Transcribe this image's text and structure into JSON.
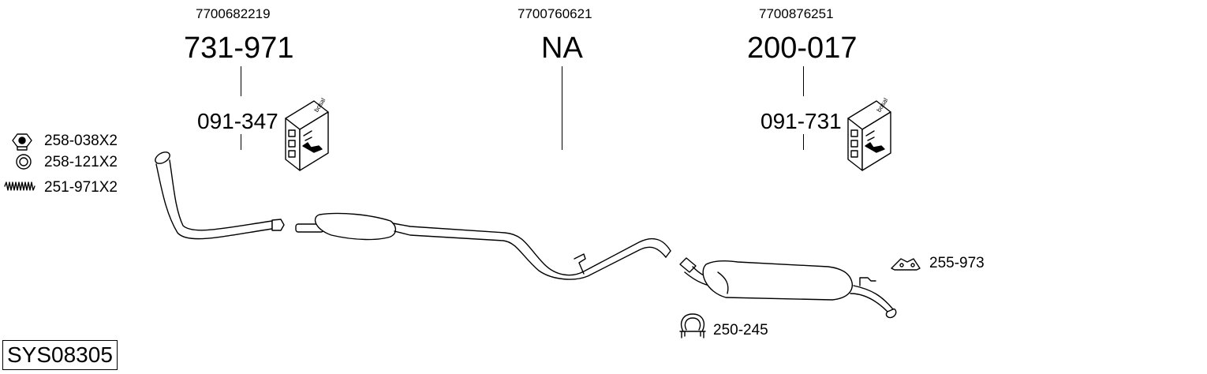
{
  "groups": [
    {
      "oem": "7700682219",
      "part": "731-971",
      "sub": "091-347"
    },
    {
      "oem": "7700760621",
      "part": "NA"
    },
    {
      "oem": "7700876251",
      "part": "200-017",
      "sub": "091-731"
    }
  ],
  "accessories": [
    {
      "label": "258-038X2",
      "icon": "nut-icon"
    },
    {
      "label": "258-121X2",
      "icon": "ring-gasket-icon"
    },
    {
      "label": "251-971X2",
      "icon": "spring-icon"
    }
  ],
  "callouts": {
    "hanger": "255-973",
    "clamp": "250-245"
  },
  "box_brand": "bosal",
  "system_code": "SYS08305"
}
